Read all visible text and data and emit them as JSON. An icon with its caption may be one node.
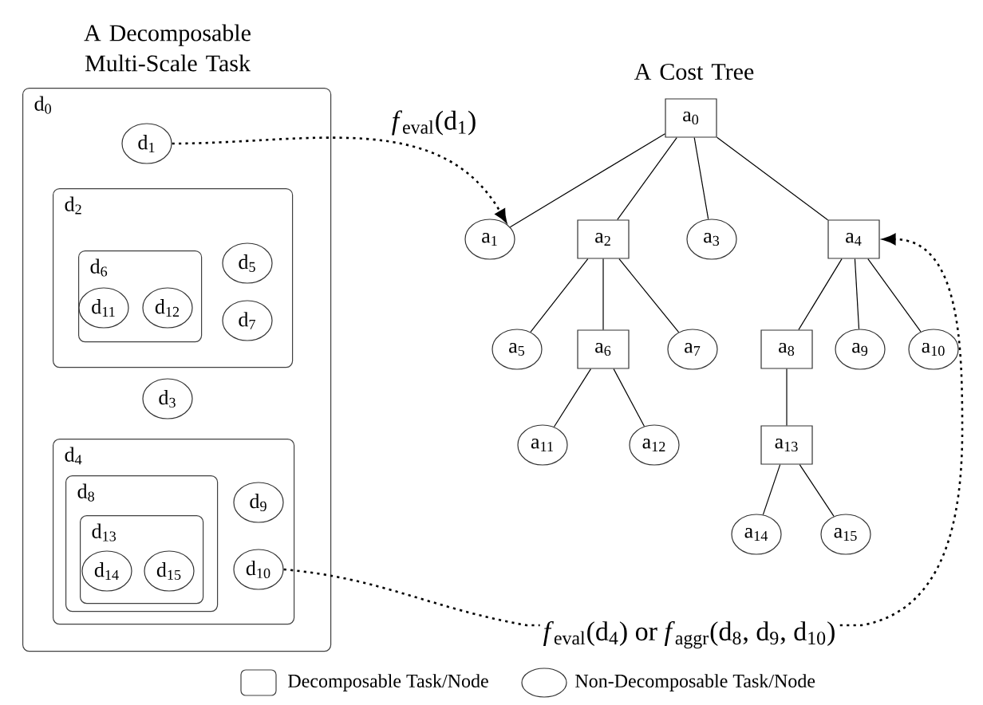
{
  "diagram": {
    "nodes": [
      {
        "text": [
          "d$_{0}$"
        ]
      },
      {
        "text": [
          "d$_{1}$"
        ],
        "in": 0
      },
      {
        "text": [
          "d$_{2}$"
        ],
        "in": 0
      },
      {
        "text": [
          "d$_{6}$"
        ],
        "in": 2
      },
      {
        "text": [
          "d$_{11}$"
        ],
        "in": 3
      },
      {
        "text": [
          "d$_{12}$"
        ],
        "in": 3
      },
      {
        "text": [
          "d$_{5}$"
        ],
        "in": 2
      },
      {
        "text": [
          "d$_{7}$"
        ],
        "in": 2
      },
      {
        "text": [
          "d$_{3}$"
        ],
        "in": 0
      },
      {
        "text": [
          "d$_{4}$"
        ],
        "in": 0
      },
      {
        "text": [
          "d$_{8}$"
        ],
        "in": 9
      },
      {
        "text": [
          "d$_{13}$"
        ],
        "in": 10
      },
      {
        "text": [
          "d$_{14}$"
        ],
        "in": 11
      },
      {
        "text": [
          "d$_{15}$"
        ],
        "in": 11
      },
      {
        "text": [
          "d$_{9}$"
        ],
        "in": 9
      },
      {
        "text": [
          "d$_{10}$"
        ],
        "in": 9
      },
      {
        "text": [
          "a$_{0}$"
        ]
      },
      {
        "text": [
          "a$_{1}$"
        ]
      },
      {
        "text": [
          "a$_{2}$"
        ]
      },
      {
        "text": [
          "a$_{3}$"
        ]
      },
      {
        "text": [
          "a$_{4}$"
        ]
      },
      {
        "text": [
          "a$_{5}$"
        ]
      },
      {
        "text": [
          "a$_{6}$"
        ]
      },
      {
        "text": [
          "a$_{7}$"
        ]
      },
      {
        "text": [
          "a$_{8}$"
        ]
      },
      {
        "text": [
          "a$_{9}$"
        ]
      },
      {
        "text": [
          "a$_{10}$"
        ]
      },
      {
        "text": [
          "a$_{11}$"
        ]
      },
      {
        "text": [
          "a$_{12}$"
        ]
      },
      {
        "text": [
          "a$_{13}$"
        ]
      },
      {
        "text": [
          "a$_{14}$"
        ]
      },
      {
        "text": [
          "a$_{15}$"
        ]
      }
    ],
    "edges": [
      {
        "from": 1,
        "to": 17,
        "arrow": "to",
        "style": "dashed",
        "label": "*f*$_{eval}$(d$_{1}$)"
      },
      {
        "from": 15,
        "to": 20,
        "arrow": "to",
        "style": "dashed",
        "label": "*f*$_{eval}$(d$_{4}$) or *f*$_{aggr}$(d$_{8}$, d$_{9}$, d$_{10}$)"
      },
      {
        "from": 16,
        "to": 17,
        "arrow": "none"
      },
      {
        "from": 16,
        "to": 18,
        "arrow": "none"
      },
      {
        "from": 16,
        "to": 19,
        "arrow": "none"
      },
      {
        "from": 16,
        "to": 20,
        "arrow": "none"
      },
      {
        "from": 18,
        "to": 21,
        "arrow": "none"
      },
      {
        "from": 18,
        "to": 22,
        "arrow": "none"
      },
      {
        "from": 18,
        "to": 23,
        "arrow": "none"
      },
      {
        "from": 20,
        "to": 24,
        "arrow": "none"
      },
      {
        "from": 20,
        "to": 25,
        "arrow": "none"
      },
      {
        "from": 20,
        "to": 26,
        "arrow": "none"
      },
      {
        "from": 22,
        "to": 27,
        "arrow": "none"
      },
      {
        "from": 22,
        "to": 28,
        "arrow": "none"
      },
      {
        "from": 24,
        "to": 29,
        "arrow": "none"
      },
      {
        "from": 29,
        "to": 30,
        "arrow": "none"
      },
      {
        "from": 29,
        "to": 31,
        "arrow": "none"
      }
    ],
    "labels": [
      "A Decomposable Multi-Scale Task",
      "A Cost Tree"
    ],
    "legend": [
      {
        "text": "Decomposable Task/Node"
      },
      {
        "text": "Non-Decomposable Task/Node"
      }
    ]
  }
}
